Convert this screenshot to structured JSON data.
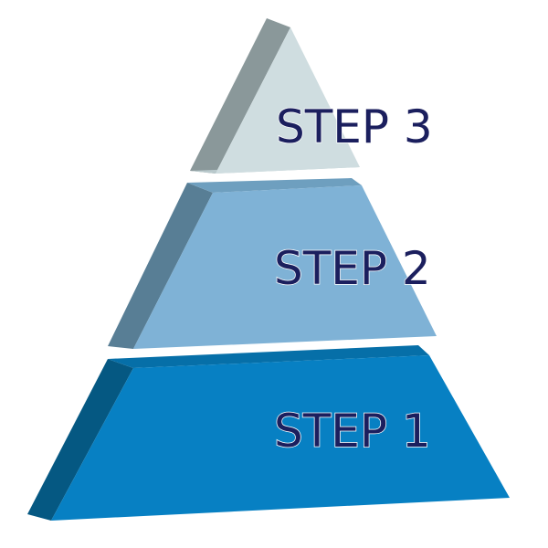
{
  "diagram": {
    "type": "pyramid",
    "levels": [
      {
        "id": "step-3",
        "label": "STEP 3",
        "front_color": "#cfdde0",
        "side_color": "#8a989a",
        "top_color": "#b9c9cc"
      },
      {
        "id": "step-2",
        "label": "STEP 2",
        "front_color": "#7fb2d6",
        "side_color": "#587e95",
        "top_color": "#6e9fbf"
      },
      {
        "id": "step-1",
        "label": "STEP 1",
        "front_color": "#0780c3",
        "side_color": "#055882",
        "top_color": "#066fa8"
      }
    ],
    "label_color": "#1b1f5e",
    "label_outline_color": "#ffffff"
  }
}
